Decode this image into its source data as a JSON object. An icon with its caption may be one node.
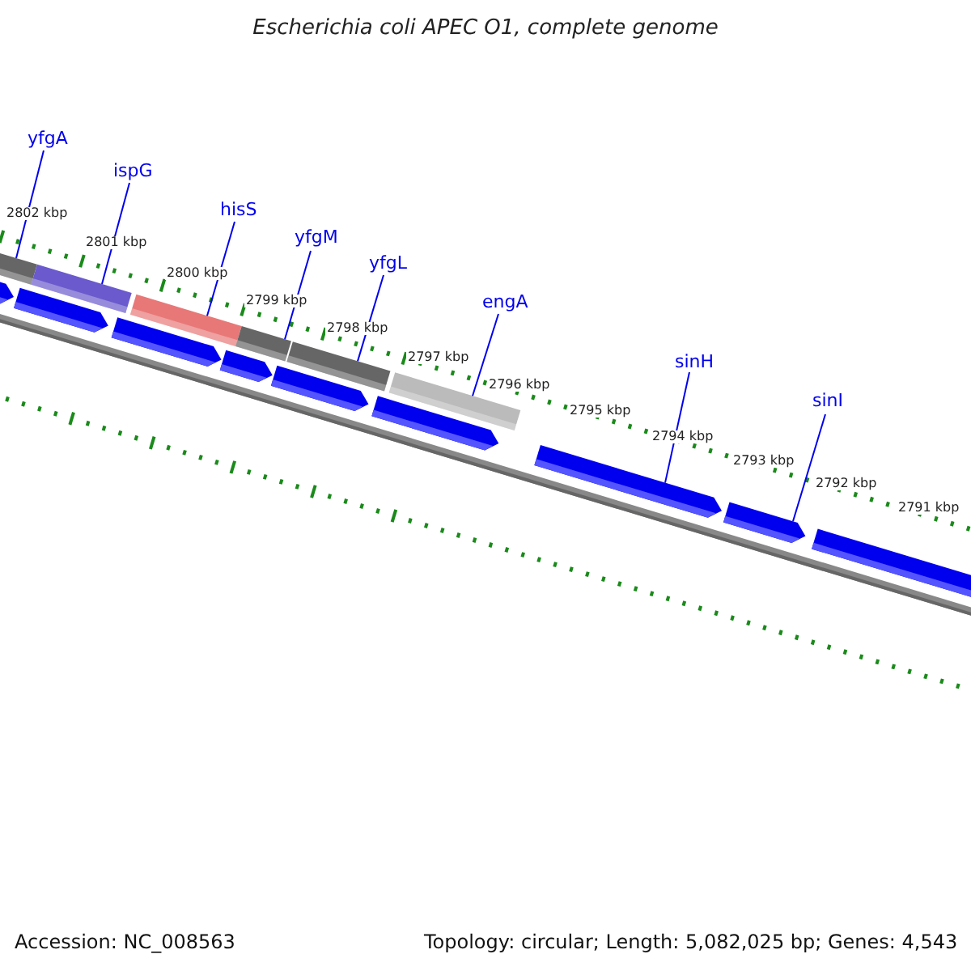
{
  "diagram": {
    "title": "Escherichia coli APEC O1, complete genome",
    "nodes": [
      {
        "text": [
          "yfgA"
        ]
      },
      {
        "text": [
          "ispG"
        ]
      },
      {
        "text": [
          "hisS"
        ]
      },
      {
        "text": [
          "yfgM"
        ]
      },
      {
        "text": [
          "yfgL"
        ]
      },
      {
        "text": [
          "engA"
        ]
      },
      {
        "text": [
          "sinH"
        ]
      },
      {
        "text": [
          "sinI"
        ]
      },
      {
        "text": [],
        "shape": "bar"
      },
      {
        "text": [],
        "shape": "bar"
      },
      {
        "text": [],
        "shape": "bar"
      },
      {
        "text": [],
        "shape": "bar"
      },
      {
        "text": [],
        "shape": "bar"
      },
      {
        "text": [],
        "shape": "bar"
      },
      {
        "text": [],
        "shape": "bar"
      },
      {
        "text": [],
        "shape": "bar"
      }
    ],
    "edges": [
      {
        "from": 0,
        "to": 8,
        "arrow": "none"
      },
      {
        "from": 1,
        "to": 9,
        "arrow": "none"
      },
      {
        "from": 2,
        "to": 10,
        "arrow": "none"
      },
      {
        "from": 3,
        "to": 11,
        "arrow": "none"
      },
      {
        "from": 4,
        "to": 12,
        "arrow": "none"
      },
      {
        "from": 5,
        "to": 13,
        "arrow": "none"
      },
      {
        "from": 6,
        "to": 14,
        "arrow": "none"
      },
      {
        "from": 7,
        "to": 15,
        "arrow": "none"
      }
    ],
    "labels": [
      "2802 kbp",
      "2801 kbp",
      "2800 kbp",
      "2799 kbp",
      "2798 kbp",
      "2797 kbp",
      "2796 kbp",
      "2795 kbp",
      "2794 kbp",
      "2793 kbp",
      "2792 kbp",
      "2791 kbp",
      "Accession: NC_008563",
      "Topology: circular; Length: 5,082,025 bp; Genes: 4,543"
    ]
  }
}
